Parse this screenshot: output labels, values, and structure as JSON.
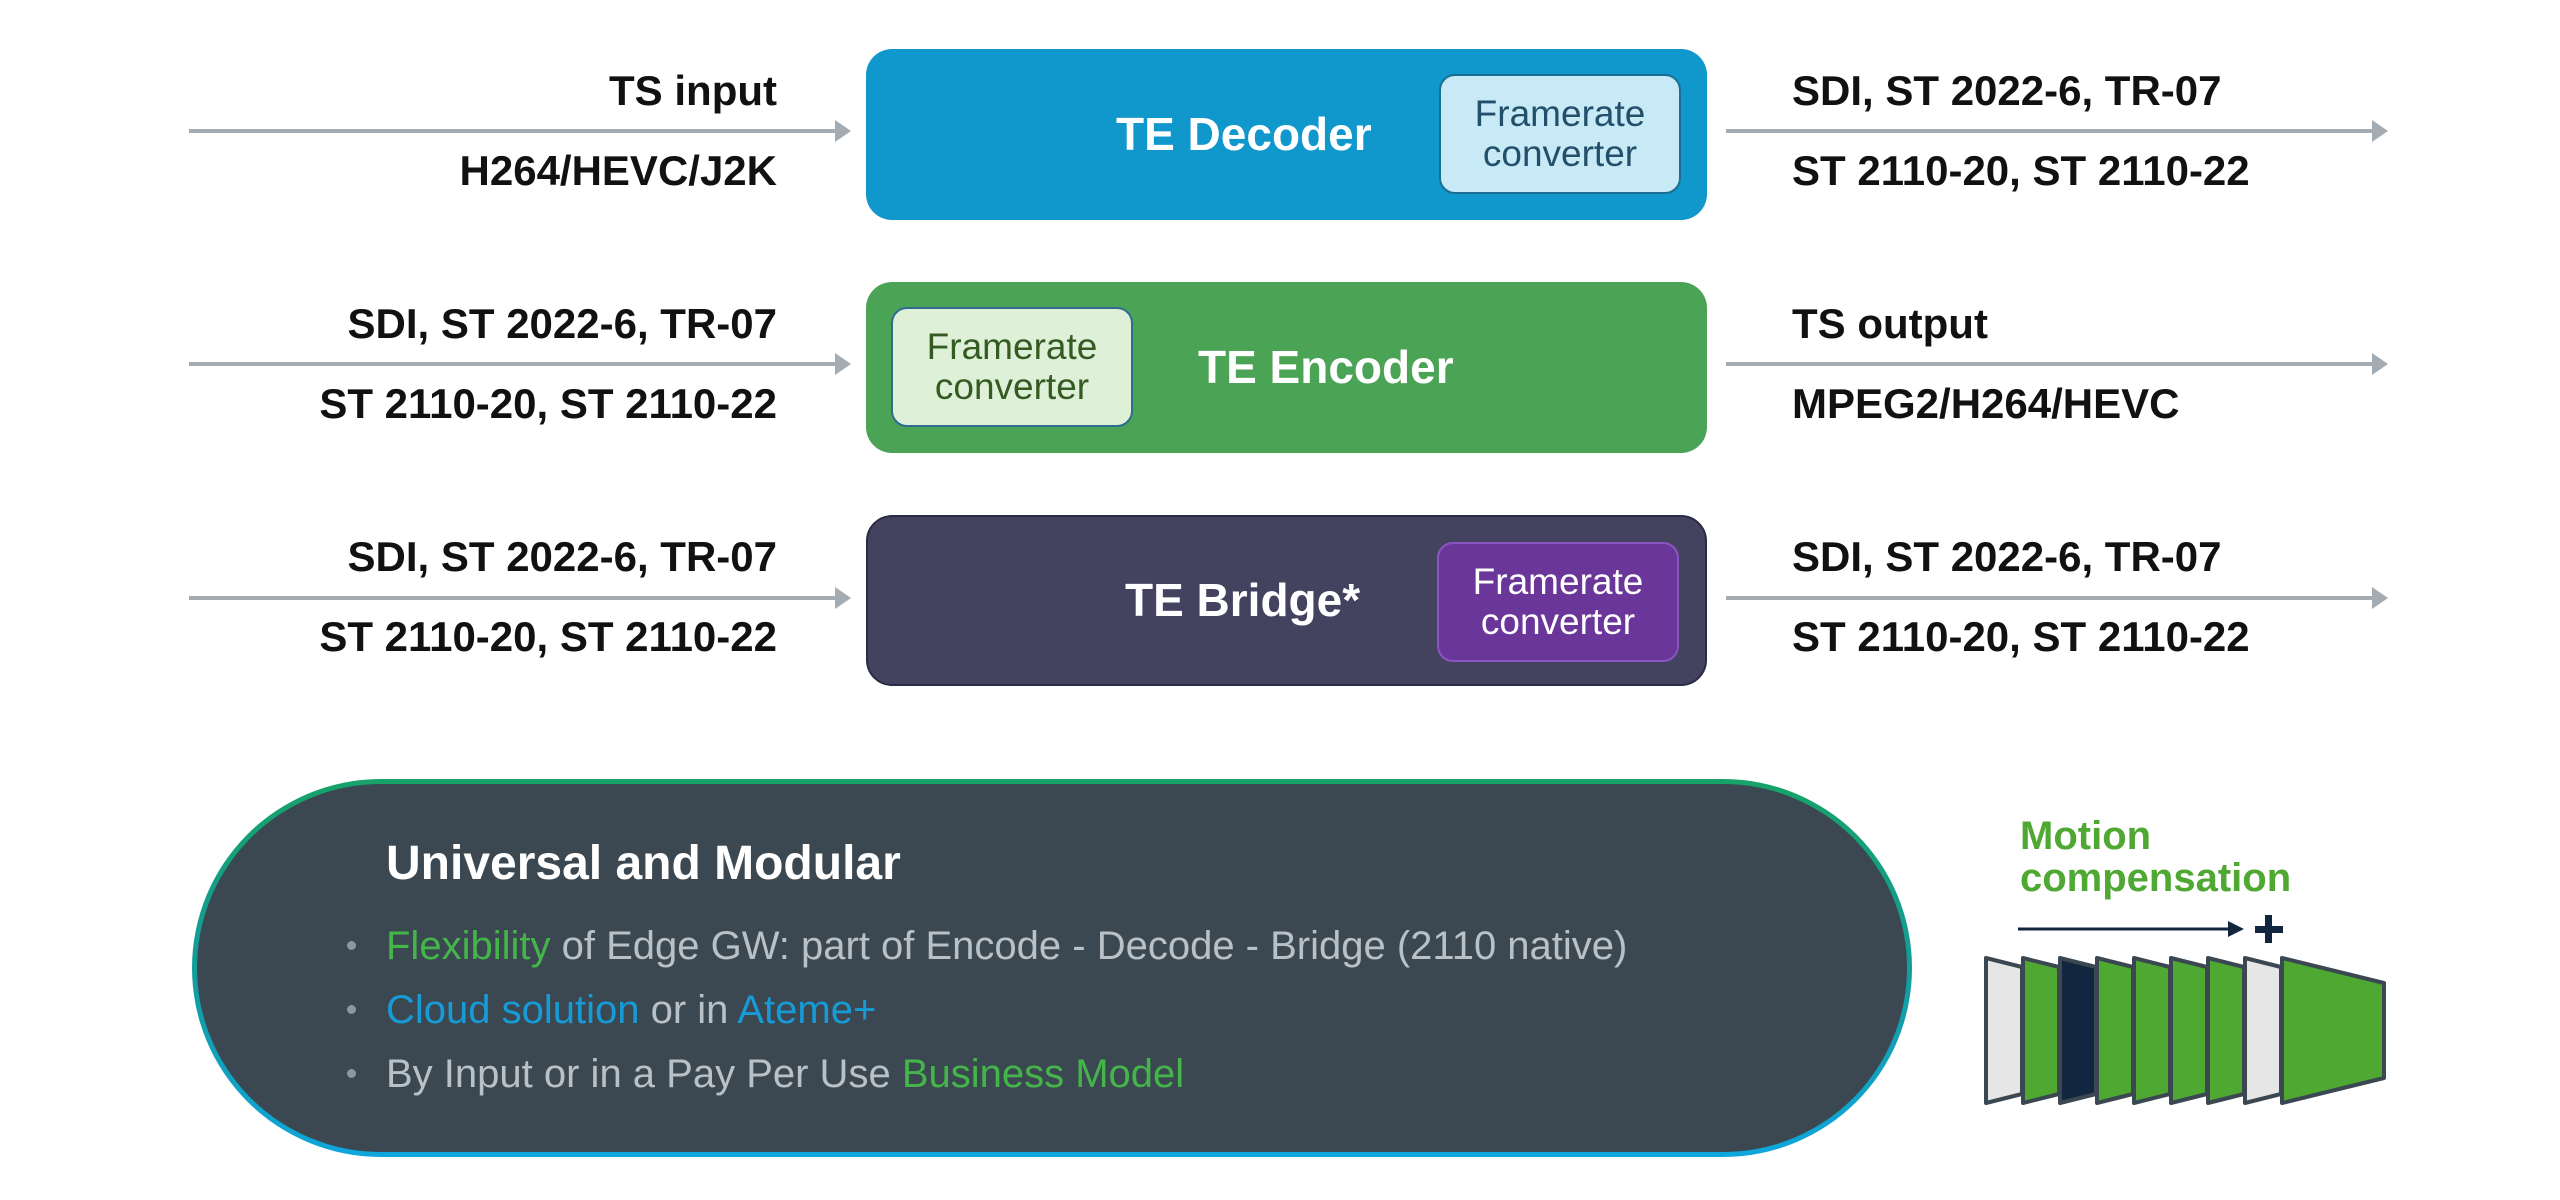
{
  "rows": [
    {
      "id": "decoder",
      "input_top": "TS input",
      "input_bottom": "H264/HEVC/J2K",
      "box_title": "TE Decoder",
      "converter_line1": "Framerate",
      "converter_line2": "converter",
      "output_top": "SDI, ST 2022-6, TR-07",
      "output_bottom": "ST 2110-20, ST 2110-22",
      "color": "#1097cb"
    },
    {
      "id": "encoder",
      "input_top": "SDI, ST 2022-6, TR-07",
      "input_bottom": "ST 2110-20, ST 2110-22",
      "box_title": "TE Encoder",
      "converter_line1": "Framerate",
      "converter_line2": "converter",
      "output_top": "TS output",
      "output_bottom": "MPEG2/H264/HEVC",
      "color": "#4ba355"
    },
    {
      "id": "bridge",
      "input_top": "SDI, ST 2022-6, TR-07",
      "input_bottom": "ST 2110-20, ST 2110-22",
      "box_title": "TE Bridge*",
      "converter_line1": "Framerate",
      "converter_line2": "converter",
      "output_top": "SDI, ST 2022-6, TR-07",
      "output_bottom": "ST 2110-20, ST 2110-22",
      "color": "#43425f"
    }
  ],
  "summary": {
    "title": "Universal and Modular",
    "bullets": [
      {
        "highlight": "Flexibility",
        "rest": " of Edge GW: part of Encode - Decode - Bridge (2110 native)"
      },
      {
        "highlight": "Cloud solution",
        "middle": " or in ",
        "highlight2": "Ateme+"
      },
      {
        "lead": "By Input or in a Pay Per Use ",
        "highlight": "Business Model"
      }
    ]
  },
  "motion": {
    "line1": "Motion",
    "line2": "compensation",
    "frames": [
      "light",
      "green",
      "dark",
      "green",
      "green",
      "green",
      "green",
      "light",
      "green-large"
    ]
  },
  "colors": {
    "green_accent": "#44b649",
    "blue_accent": "#169bd6",
    "pill_bg": "#3b4852"
  }
}
